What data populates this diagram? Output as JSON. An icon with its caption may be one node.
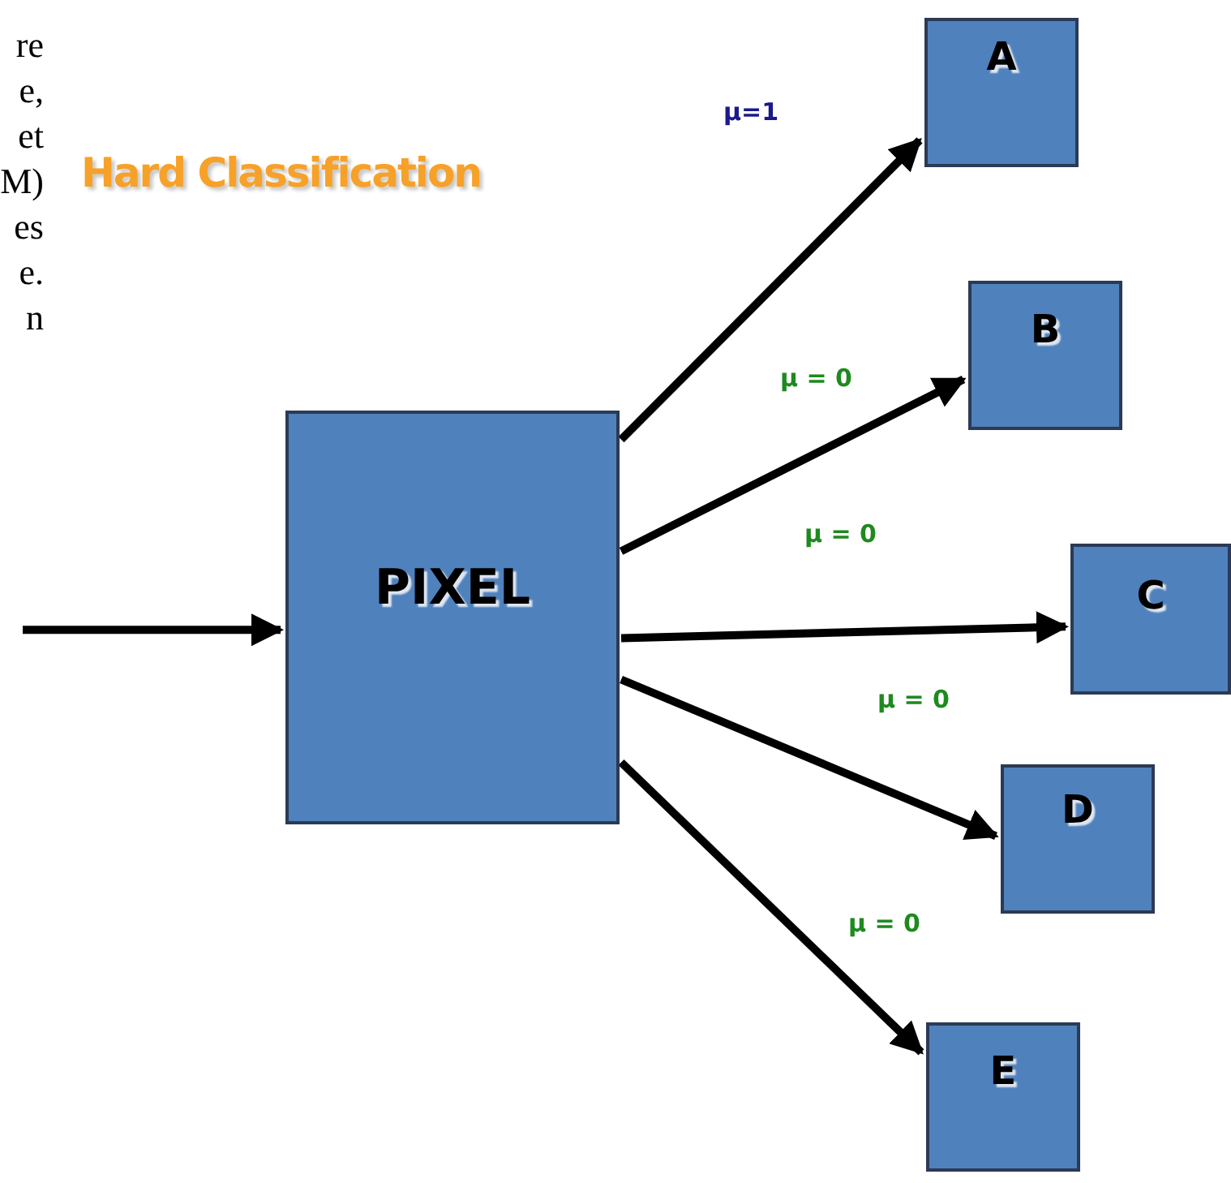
{
  "diagram": {
    "title": "Hard Classification",
    "nodes": [
      {
        "text": [
          "PIXEL"
        ]
      },
      {
        "text": [
          "A"
        ]
      },
      {
        "text": [
          "B"
        ]
      },
      {
        "text": [
          "C"
        ]
      },
      {
        "text": [
          "D"
        ]
      },
      {
        "text": [
          "E"
        ]
      }
    ],
    "edges": [
      {
        "from": null,
        "to": 0,
        "arrow": "to"
      },
      {
        "from": 0,
        "to": 1,
        "arrow": "to",
        "label": "μ=1"
      },
      {
        "from": 0,
        "to": 2,
        "arrow": "to",
        "label": "μ = 0"
      },
      {
        "from": 0,
        "to": 3,
        "arrow": "to",
        "label": "μ = 0"
      },
      {
        "from": 0,
        "to": 4,
        "arrow": "to",
        "label": "μ = 0"
      },
      {
        "from": 0,
        "to": 5,
        "arrow": "to",
        "label": "μ = 0"
      }
    ],
    "labels": [
      "re",
      "e,",
      "et",
      "M)",
      "es",
      "e.",
      "n"
    ]
  }
}
